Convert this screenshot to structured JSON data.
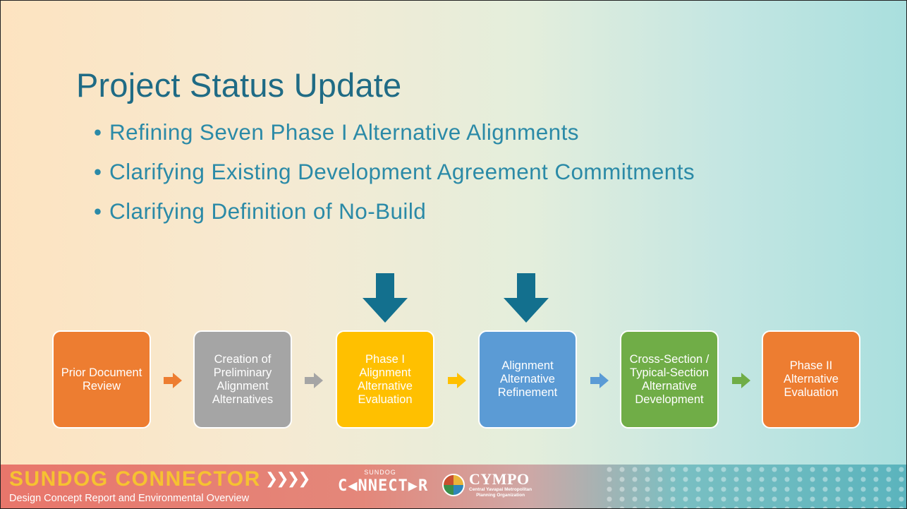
{
  "slide": {
    "title": "Project Status Update",
    "bullets": [
      "Refining Seven Phase I Alternative Alignments",
      "Clarifying Existing Development Agreement Commitments",
      "Clarifying Definition of No-Build"
    ],
    "bullet_glyph": "•"
  },
  "process": {
    "steps": [
      {
        "label": "Prior Document Review",
        "color": "#ed7d31"
      },
      {
        "label": "Creation of Preliminary Alignment Alternatives",
        "color": "#a5a5a5"
      },
      {
        "label": "Phase I Alignment Alternative Evaluation",
        "color": "#ffc000"
      },
      {
        "label": "Alignment Alternative Refinement",
        "color": "#5b9bd5"
      },
      {
        "label": "Cross-Section / Typical-Section Alternative Development",
        "color": "#70ad47"
      },
      {
        "label": "Phase II Alternative Evaluation",
        "color": "#ed7d31"
      }
    ],
    "current_markers": [
      "Phase I Alignment Alternative Evaluation",
      "Alignment Alternative Refinement"
    ],
    "marker_color": "#13708e"
  },
  "footer": {
    "brand_title": "SUNDOG CONNECTOR",
    "brand_arrows": "❯❯❯❯",
    "brand_subtitle": "Design Concept Report and Environmental Overview",
    "logo_small": "SUNDOG",
    "logo_big": "C◀NNECT▶R",
    "cympo_name": "CYMPO",
    "cympo_full_1": "Central Yavapai Metropolitan",
    "cympo_full_2": "Planning Organization"
  },
  "colors": {
    "title": "#1f6b85",
    "bullets": "#2b8aa7",
    "brand_yellow": "#f6c231"
  }
}
